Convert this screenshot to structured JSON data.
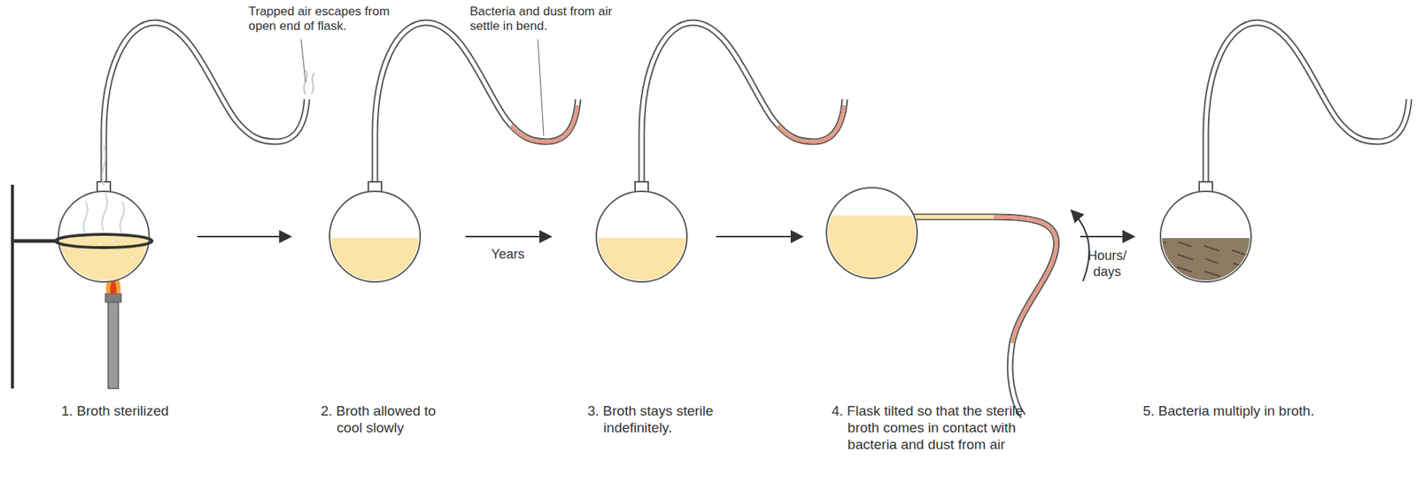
{
  "diagram": {
    "labels": [
      "Trapped air escapes from open end of flask.",
      "Bacteria and dust from air settle in bend.",
      "1. Broth sterilized",
      "2. Broth allowed to cool slowly",
      "Years",
      "3. Broth stays sterile indefinitely.",
      "4. Flask tilted so that the sterile broth comes in contact with bacteria and dust from air",
      "Hours/ days",
      "5. Bacteria multiply in broth."
    ]
  }
}
